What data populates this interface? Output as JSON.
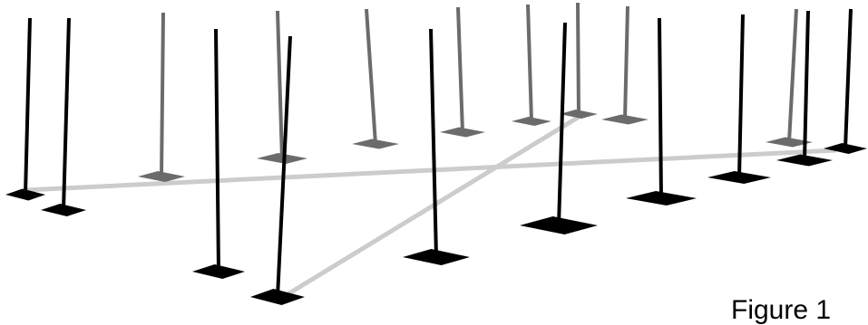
{
  "caption": "Figure 1",
  "colors": {
    "background": "#ffffff",
    "near_posts": "#000000",
    "far_posts": "#6b6b6b",
    "lines": "#cccccc",
    "caption_text": "#000000"
  },
  "scene": {
    "post_rows": [
      "far",
      "near"
    ],
    "guide_lines": [
      "horizontal-guide",
      "diagonal-guide"
    ]
  }
}
